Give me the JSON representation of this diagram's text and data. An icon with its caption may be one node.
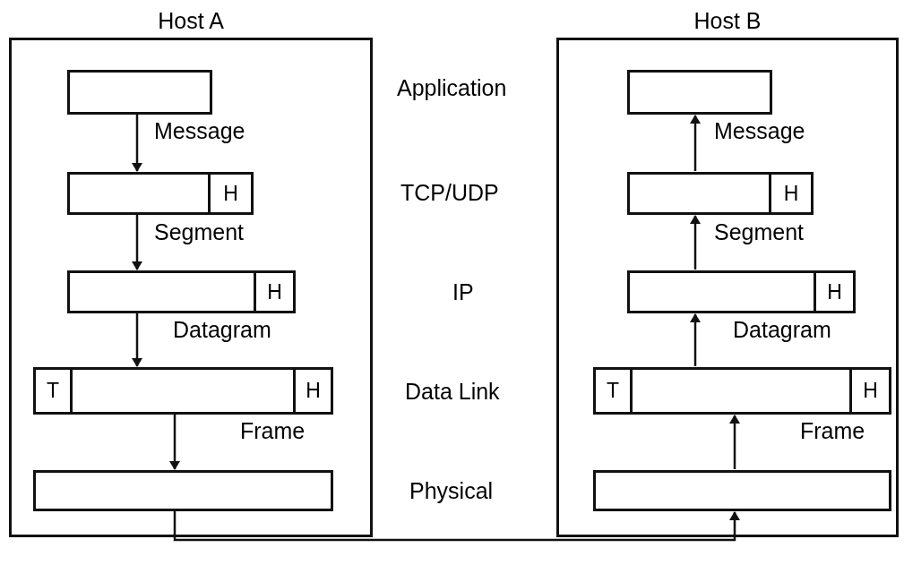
{
  "diagram": {
    "nodes": [
      {
        "text": [
          "Host A"
        ]
      },
      {
        "text": [],
        "shape": "box",
        "in": 0
      },
      {
        "text": [],
        "shape": "box",
        "in": 0
      },
      {
        "text": [
          "H"
        ],
        "in": 2
      },
      {
        "text": [],
        "shape": "box",
        "in": 0
      },
      {
        "text": [
          "H"
        ],
        "in": 4
      },
      {
        "text": [],
        "shape": "box",
        "in": 0
      },
      {
        "text": [
          "T"
        ],
        "in": 6
      },
      {
        "text": [
          "H"
        ],
        "in": 6
      },
      {
        "text": [],
        "shape": "box",
        "in": 0
      },
      {
        "text": [
          "Host B"
        ]
      },
      {
        "text": [],
        "shape": "box",
        "in": 10
      },
      {
        "text": [],
        "shape": "box",
        "in": 10
      },
      {
        "text": [
          "H"
        ],
        "in": 12
      },
      {
        "text": [],
        "shape": "box",
        "in": 10
      },
      {
        "text": [
          "H"
        ],
        "in": 14
      },
      {
        "text": [],
        "shape": "box",
        "in": 10
      },
      {
        "text": [
          "T"
        ],
        "in": 16
      },
      {
        "text": [
          "H"
        ],
        "in": 16
      },
      {
        "text": [],
        "shape": "box",
        "in": 10
      }
    ],
    "edges": [
      {
        "from": 1,
        "to": 2,
        "arrow": "to",
        "label": "Message"
      },
      {
        "from": 2,
        "to": 4,
        "arrow": "to",
        "label": "Segment"
      },
      {
        "from": 4,
        "to": 6,
        "arrow": "to",
        "label": "Datagram"
      },
      {
        "from": 6,
        "to": 9,
        "arrow": "to",
        "label": "Frame"
      },
      {
        "from": 9,
        "to": 19,
        "arrow": "to"
      },
      {
        "from": 19,
        "to": 16,
        "arrow": "to",
        "label": "Frame"
      },
      {
        "from": 16,
        "to": 14,
        "arrow": "to",
        "label": "Datagram"
      },
      {
        "from": 14,
        "to": 12,
        "arrow": "to",
        "label": "Segment"
      },
      {
        "from": 12,
        "to": 11,
        "arrow": "to",
        "label": "Message"
      }
    ],
    "labels": [
      "Application",
      "TCP/UDP",
      "IP",
      "Data Link",
      "Physical"
    ]
  }
}
